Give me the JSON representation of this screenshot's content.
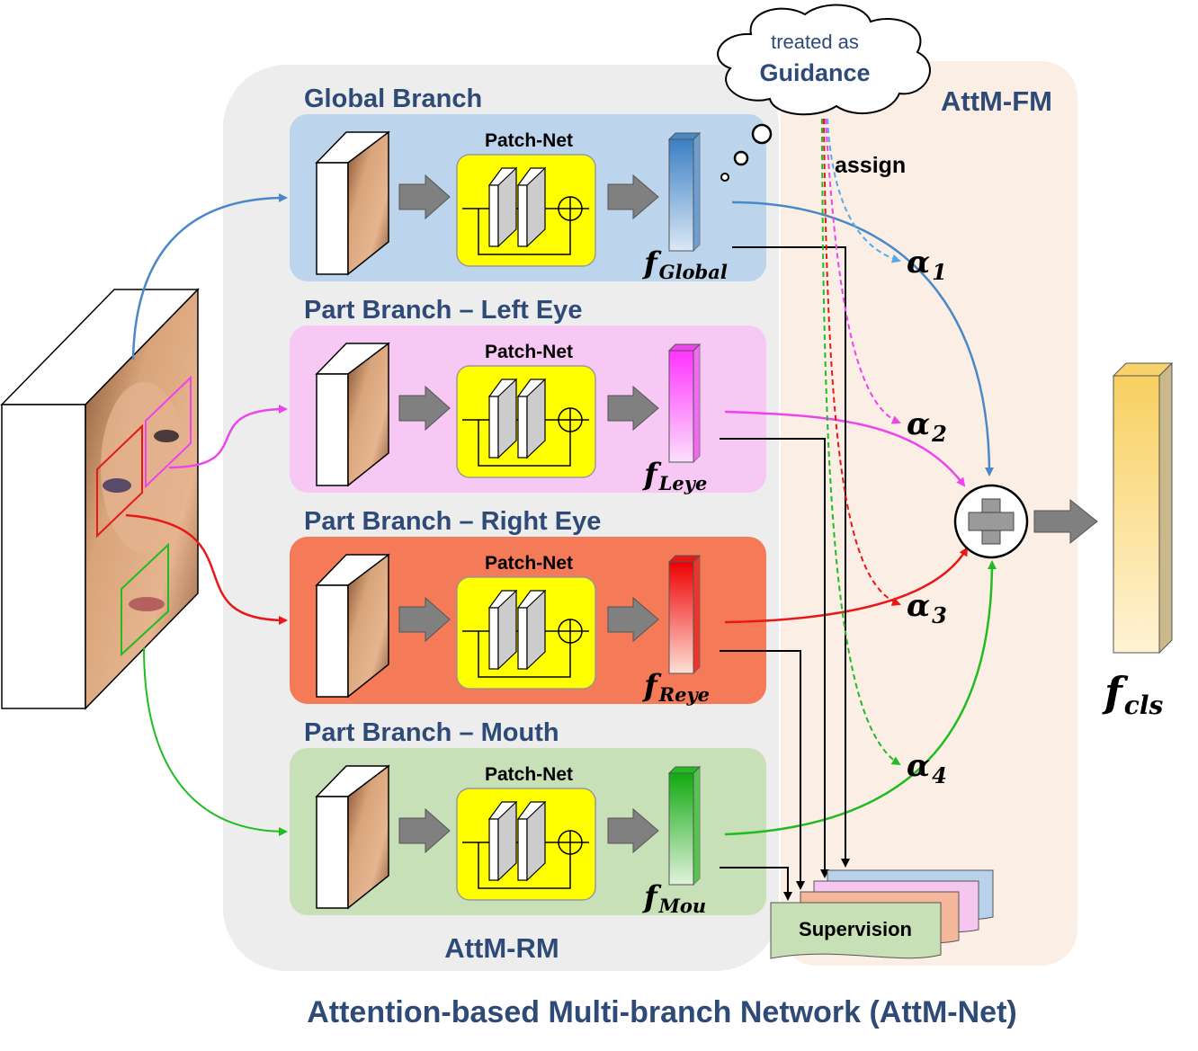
{
  "diagram": {
    "title": "Attention-based Multi-branch Network  (AttM-Net)",
    "rm_label": "AttM-RM",
    "fm_label": "AttM-FM",
    "cloud": {
      "line1": "treated as",
      "line2": "Guidance"
    },
    "assign_label": "assign",
    "supervision_label": "Supervision",
    "patch_net_label": "Patch-Net",
    "branches": [
      {
        "title": "Global Branch",
        "feature_main": "f",
        "feature_sub": "Global",
        "color": "#4a88c8",
        "bg": "#bdd5ec"
      },
      {
        "title": "Part Branch – Left Eye",
        "feature_main": "f",
        "feature_sub": "Leye",
        "color": "#ee44ee",
        "bg": "#f8c8f4"
      },
      {
        "title": "Part Branch – Right Eye",
        "feature_main": "f",
        "feature_sub": "Reye",
        "color": "#e81818",
        "bg": "#f47a58"
      },
      {
        "title": "Part Branch – Mouth",
        "feature_main": "f",
        "feature_sub": "Mou",
        "color": "#22bb22",
        "bg": "#c8e0b8"
      }
    ],
    "alphas": [
      {
        "main": "α",
        "sub": "1"
      },
      {
        "main": "α",
        "sub": "2"
      },
      {
        "main": "α",
        "sub": "3"
      },
      {
        "main": "α",
        "sub": "4"
      }
    ],
    "output": {
      "main": "f",
      "sub": "cls"
    }
  }
}
